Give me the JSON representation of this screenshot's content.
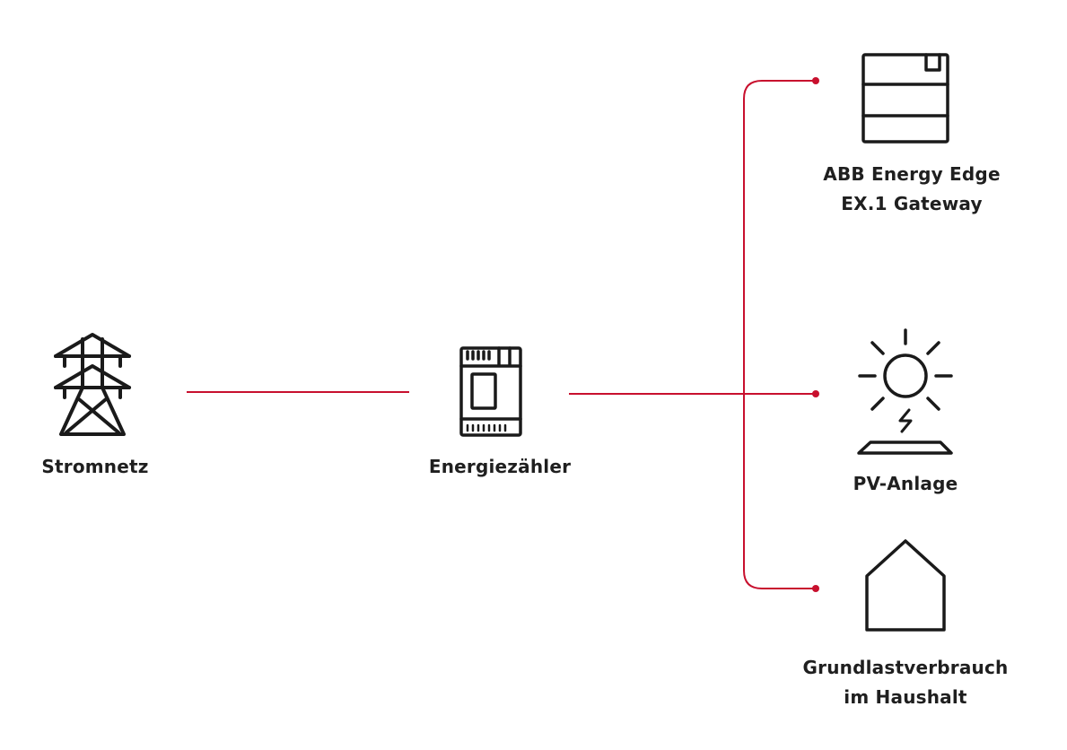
{
  "colors": {
    "connector": "#c8102e",
    "icon": "#1a1a1a",
    "text": "#1f1f1f"
  },
  "nodes": {
    "grid": {
      "label": "Stromnetz",
      "icon": "power-tower-icon"
    },
    "meter": {
      "label": "Energiezähler",
      "icon": "energy-meter-icon"
    },
    "gateway": {
      "label_line1": "ABB Energy Edge",
      "label_line2": "EX.1 Gateway",
      "icon": "gateway-device-icon"
    },
    "pv": {
      "label": "PV-Anlage",
      "icon": "solar-panel-icon"
    },
    "household": {
      "label_line1": "Grundlastverbrauch",
      "label_line2": "im Haushalt",
      "icon": "house-icon"
    }
  }
}
